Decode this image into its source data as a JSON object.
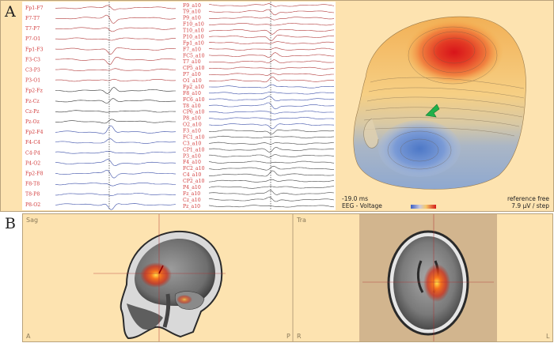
{
  "figure": {
    "panel_a_label": "A",
    "panel_b_label": "B",
    "eeg_montage_labels": [
      "Fp1-F7",
      "F7-T7",
      "T7-P7",
      "P7-O1",
      "Fp1-F3",
      "F3-C3",
      "C3-P3",
      "P3-O1",
      "Fp2-Fz",
      "Fz-Cz",
      "Cz-Pz",
      "Pz-Oz",
      "Fp2-F4",
      "F4-C4",
      "C4-P4",
      "P4-O2",
      "Fp2-F8",
      "F8-T8",
      "T8-P8",
      "P8-O2"
    ],
    "reference_free_labels": [
      "F9_a10",
      "T9_a10",
      "P9_a10",
      "F10_a10",
      "T10_a10",
      "P10_a10",
      "Fp1_a10",
      "F7_a10",
      "FC5_a10",
      "T7_a10",
      "CP5_a10",
      "P7_a10",
      "O1_a10",
      "Fp2_a10",
      "F8_a10",
      "FC6_a10",
      "T8_a10",
      "CP6_a10",
      "P8_a10",
      "O2_a10",
      "F3_a10",
      "FC1_a10",
      "C3_a10",
      "CP1_a10",
      "P3_a10",
      "F4_a10",
      "FC2_a10",
      "C4_a10",
      "CP2_a10",
      "P4_a10",
      "Fz_a10",
      "Cz_a10",
      "Pz_a10"
    ],
    "topomap": {
      "time": "-19.0 ms",
      "mode": "EEG - Voltage",
      "reference": "reference free",
      "step": "7.9 μV / step"
    },
    "mri": {
      "sagittal": {
        "view": "Sag",
        "left": "A",
        "right": "P"
      },
      "transverse": {
        "view": "Tra",
        "left": "R",
        "right": "L"
      }
    },
    "colors": {
      "panel_bg": "#fde3b0",
      "label_red": "#d23a3a",
      "mri_bg": "#d2b58e"
    }
  }
}
